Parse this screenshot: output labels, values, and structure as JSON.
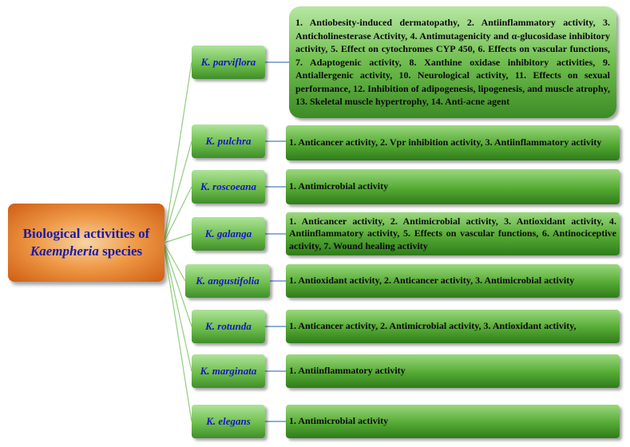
{
  "root": {
    "line1": "Biological activities of",
    "line2_italic": "Kaempheria",
    "line2_rest": " species"
  },
  "branches": [
    {
      "species": "K. parviflora",
      "activities": "1. Antiobesity-induced dermatopathy, 2. Antiinflammatory activity, 3. Anticholinesterase Activity, 4. Antimutagenicity and α-glucosidase inhibitory activity, 5. Effect on cytochromes CYP 450, 6. Effects on vascular functions, 7. Adaptogenic activity, 8. Xanthine oxidase inhibitory activities, 9. Antiallergenic activity, 10. Neurological activity, 11. Effects on sexual performance, 12. Inhibition of adipogenesis, lipogenesis, and muscle atrophy, 13. Skeletal muscle hypertrophy, 14. Anti-acne agent"
    },
    {
      "species": "K. pulchra",
      "activities": "1. Anticancer activity, 2. Vpr inhibition activity, 3. Antiinflammatory activity"
    },
    {
      "species": "K. roscoeana",
      "activities": "1. Antimicrobial activity"
    },
    {
      "species": "K. galanga",
      "activities": "1. Anticancer activity, 2. Antimicrobial activity, 3. Antioxidant activity, 4. Antiinflammatory activity, 5. Effects on vascular functions, 6. Antinociceptive activity, 7. Wound healing activity"
    },
    {
      "species": "K. angustifolia",
      "activities": "1. Antioxidant activity, 2. Anticancer activity, 3. Antimicrobial activity"
    },
    {
      "species": "K. rotunda",
      "activities": "1. Anticancer activity, 2. Antimicrobial activity, 3. Antioxidant activity,"
    },
    {
      "species": "K. marginata",
      "activities": "1. Antiinflammatory activity"
    },
    {
      "species": "K. elegans",
      "activities": "1. Antimicrobial activity"
    }
  ]
}
